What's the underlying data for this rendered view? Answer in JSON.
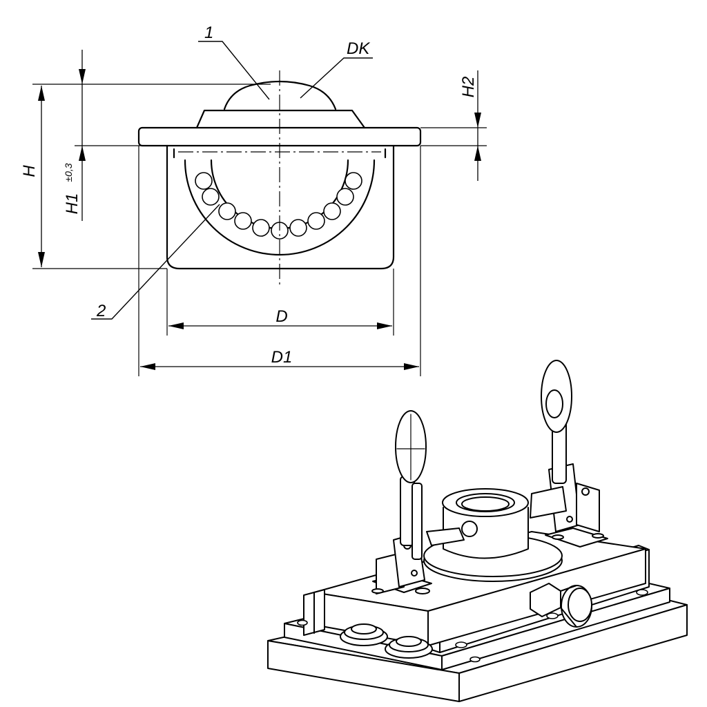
{
  "labels": {
    "part_1": "1",
    "part_2": "2",
    "dk": "DK",
    "h": "H",
    "h1": "H1",
    "h1_tolerance": "±0,3",
    "h2": "H2",
    "d": "D",
    "d1": "D1"
  },
  "colors": {
    "line": "#000000",
    "background": "#ffffff"
  }
}
